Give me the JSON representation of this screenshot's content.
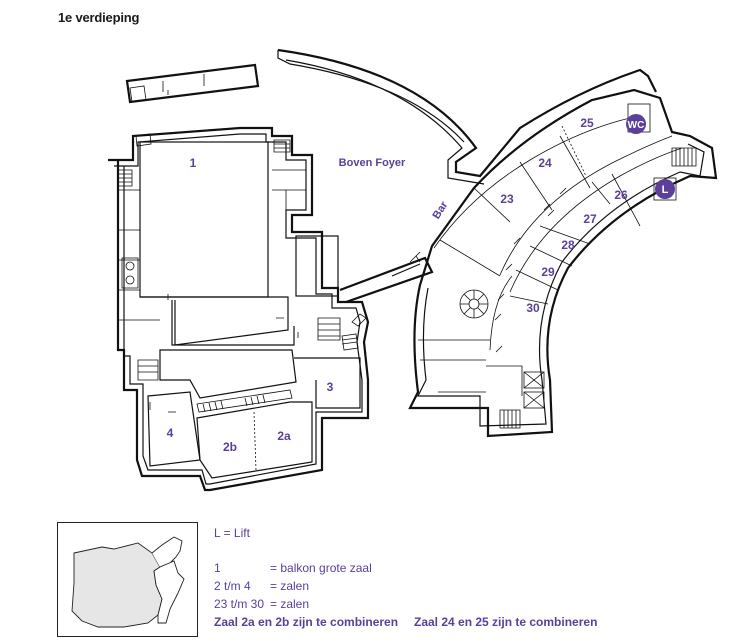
{
  "floor": {
    "title": "1e verdieping"
  },
  "rooms": [
    {
      "id": "1"
    },
    {
      "id": "2a"
    },
    {
      "id": "2b"
    },
    {
      "id": "3"
    },
    {
      "id": "4"
    },
    {
      "id": "23"
    },
    {
      "id": "24"
    },
    {
      "id": "25"
    },
    {
      "id": "26"
    },
    {
      "id": "27"
    },
    {
      "id": "28"
    },
    {
      "id": "29"
    },
    {
      "id": "30"
    }
  ],
  "labels": {
    "foyer": "Boven Foyer",
    "bar": "Bar",
    "wc": "WC",
    "lift": "L"
  },
  "legend": {
    "lift": "L = Lift",
    "rows": [
      {
        "key": "1",
        "value": "= balkon grote zaal"
      },
      {
        "key": "2 t/m 4",
        "value": "= zalen"
      },
      {
        "key": "23 t/m 30",
        "value": "= zalen"
      }
    ],
    "combine_left": "Zaal 2a en 2b zijn te combineren",
    "combine_right": "Zaal 24 en 25 zijn te combineren"
  },
  "colors": {
    "accent": "#5b3f99",
    "walls": "#111111",
    "inset_fill": "#e6e6e6"
  }
}
